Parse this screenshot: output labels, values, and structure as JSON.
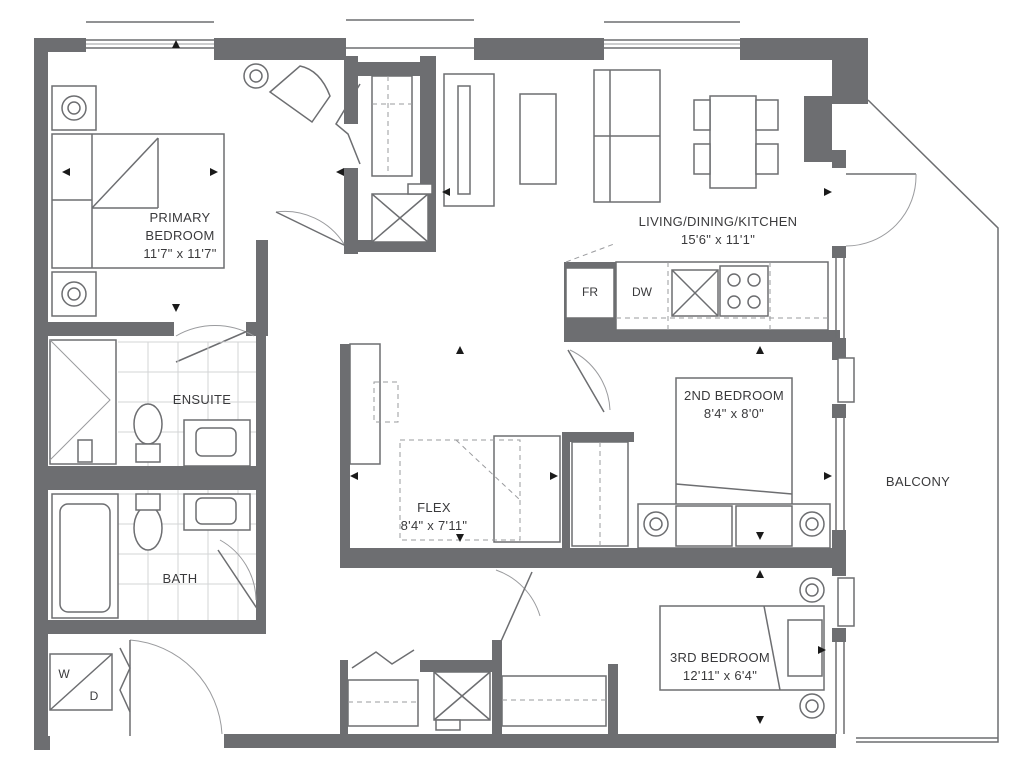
{
  "rooms": {
    "primary": {
      "name_line1": "PRIMARY",
      "name_line2": "BEDROOM",
      "dims": "11'7\" x 11'7\""
    },
    "living": {
      "name": "LIVING/DINING/KITCHEN",
      "dims": "15'6\" x 11'1\""
    },
    "ensuite": {
      "name": "ENSUITE"
    },
    "bath": {
      "name": "BATH"
    },
    "flex": {
      "name": "FLEX",
      "dims": "8'4\" x 7'11\""
    },
    "second": {
      "name": "2ND BEDROOM",
      "dims": "8'4\" x 8'0\""
    },
    "third": {
      "name": "3RD BEDROOM",
      "dims": "12'11\" x 6'4\""
    },
    "balcony": {
      "name": "BALCONY"
    }
  },
  "appliances": {
    "fridge": "FR",
    "dishwasher": "DW",
    "washer": "W",
    "dryer": "D"
  },
  "colors": {
    "wall": "#6d6e71",
    "text": "#3a3a3c"
  }
}
